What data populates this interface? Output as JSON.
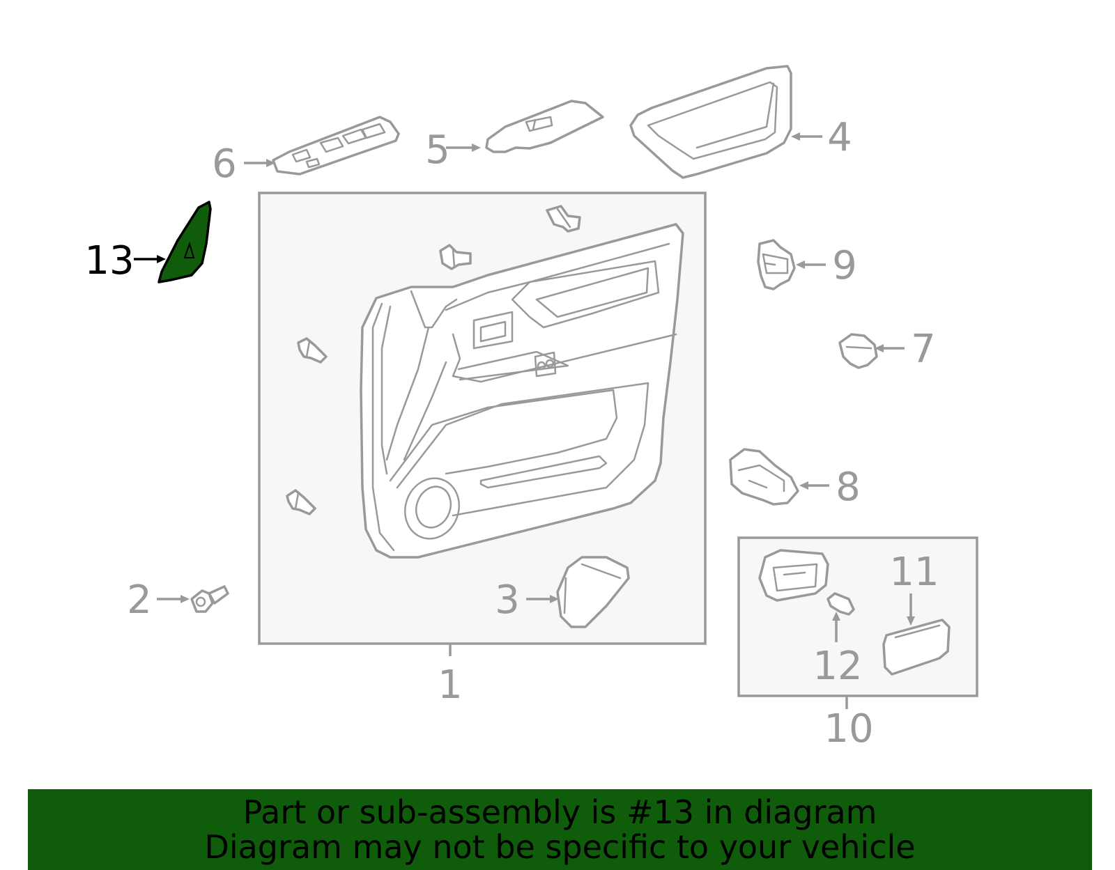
{
  "diagram": {
    "callouts": [
      "1",
      "2",
      "3",
      "4",
      "5",
      "6",
      "7",
      "8",
      "9",
      "10",
      "11",
      "12",
      "13"
    ],
    "highlighted_part": "13",
    "colors": {
      "line": "#999999",
      "highlight_fill": "#0f5c0a",
      "highlight_label": "#000000",
      "box_fill": "#f7f7f7"
    }
  },
  "banner": {
    "line1": "Part or sub-assembly is #13 in diagram",
    "line2": "Diagram may not be specific to your vehicle",
    "background": "#0f5c0a"
  }
}
